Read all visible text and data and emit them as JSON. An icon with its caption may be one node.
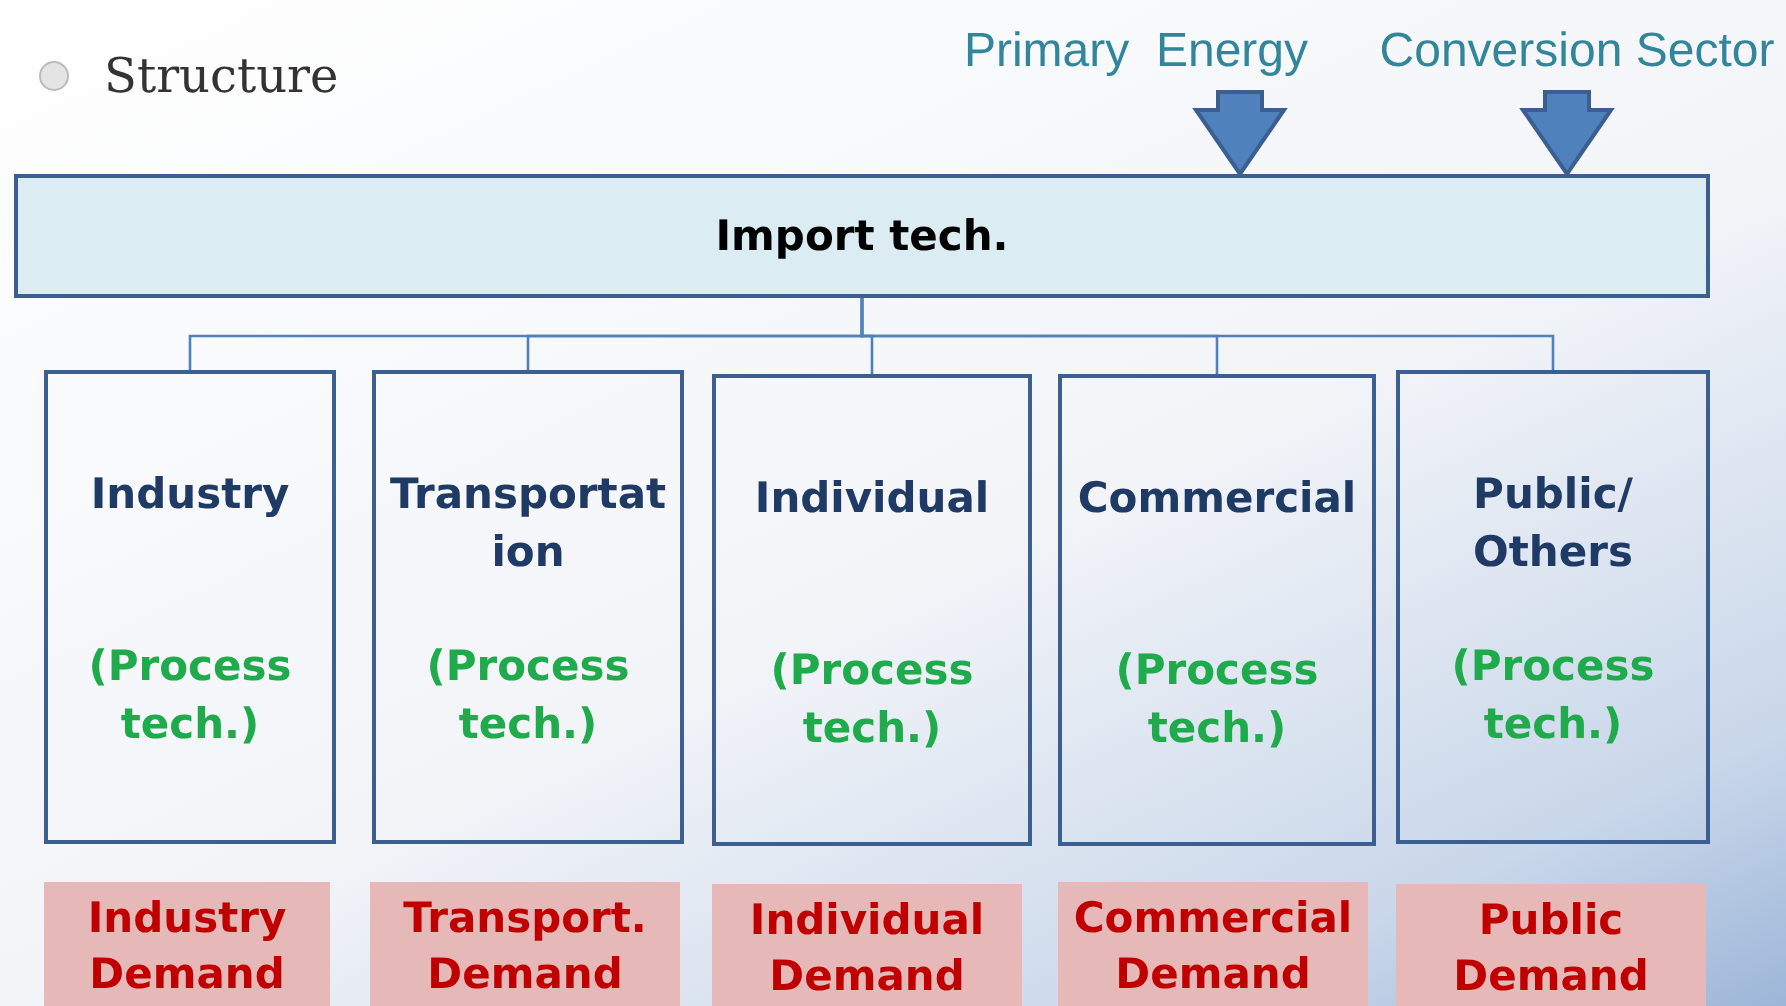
{
  "diagram": {
    "title": "Structure",
    "nodes": [
      {
        "text": [
          "Import tech."
        ]
      },
      {
        "text": [
          "Industry",
          "(Process tech.)"
        ]
      },
      {
        "text": [
          "Transportation",
          "(Process tech.)"
        ]
      },
      {
        "text": [
          "Individual",
          "(Process tech.)"
        ]
      },
      {
        "text": [
          "Commercial",
          "(Process tech.)"
        ]
      },
      {
        "text": [
          "Public/ Others",
          "(Process tech.)"
        ]
      },
      {
        "text": [
          "Industry Demand"
        ]
      },
      {
        "text": [
          "Transport. Demand"
        ]
      },
      {
        "text": [
          "Individual Demand"
        ]
      },
      {
        "text": [
          "Commercial Demand"
        ]
      },
      {
        "text": [
          "Public Demand"
        ]
      },
      {
        "text": [
          "Primary  Energy"
        ]
      },
      {
        "text": [
          "Conversion Sector"
        ]
      }
    ],
    "edges": [
      {
        "from": 0,
        "to": 1,
        "arrow": "none"
      },
      {
        "from": 0,
        "to": 2,
        "arrow": "none"
      },
      {
        "from": 0,
        "to": 3,
        "arrow": "none"
      },
      {
        "from": 0,
        "to": 4,
        "arrow": "none"
      },
      {
        "from": 0,
        "to": 5,
        "arrow": "none"
      },
      {
        "from": 11,
        "to": 0,
        "arrow": "to",
        "style": "thick"
      },
      {
        "from": 12,
        "to": 0,
        "arrow": "to",
        "style": "thick"
      }
    ]
  }
}
